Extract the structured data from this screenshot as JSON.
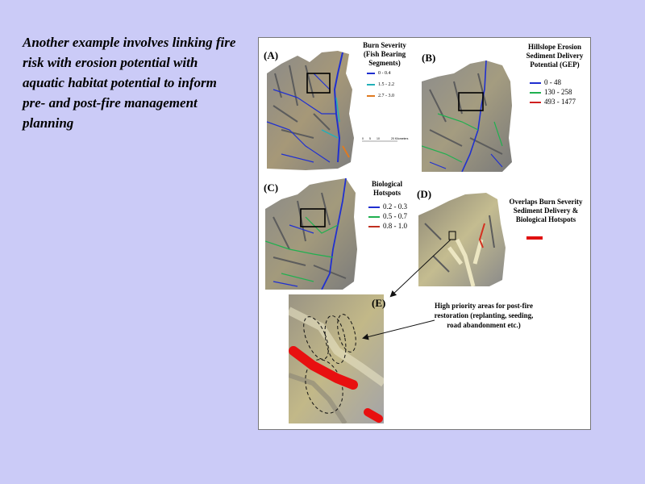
{
  "slide": {
    "body_text": "Another example involves linking fire risk with erosion potential with aquatic habitat potential to inform pre- and post-fire management planning"
  },
  "panels": {
    "a": {
      "letter": "(A)",
      "legend_title": "Burn Severity (Fish Bearing Segments)",
      "items": [
        {
          "label": "0 - 0.4",
          "color": "#1f2ed0"
        },
        {
          "label": "1.5 - 2.2",
          "color": "#22b0b8"
        },
        {
          "label": "2.7 - 3.0",
          "color": "#e07a20"
        }
      ],
      "scale_labels": [
        "0",
        "5",
        "10",
        "20 Kilometers"
      ]
    },
    "b": {
      "letter": "(B)",
      "legend_title": "Hillslope Erosion Sediment Delivery Potential (GEP)",
      "items": [
        {
          "label": "0 - 48",
          "color": "#1f2ed0"
        },
        {
          "label": "130 - 258",
          "color": "#20b050"
        },
        {
          "label": "493 - 1477",
          "color": "#d02020"
        }
      ]
    },
    "c": {
      "letter": "(C)",
      "legend_title": "Biological Hotspots",
      "items": [
        {
          "label": "0.2 - 0.3",
          "color": "#1f2ed0"
        },
        {
          "label": "0.5 - 0.7",
          "color": "#20b050"
        },
        {
          "label": "0.8 - 1.0",
          "color": "#c03020"
        }
      ]
    },
    "d": {
      "letter": "(D)",
      "legend_title": "Overlaps Burn Severity Sediment Delivery & Biological Hotspots",
      "swatch_color": "#e01010"
    },
    "e": {
      "letter": "(E)",
      "callout": "High priority areas for post-fire restoration (replanting, seeding, road abandonment etc.)"
    }
  }
}
